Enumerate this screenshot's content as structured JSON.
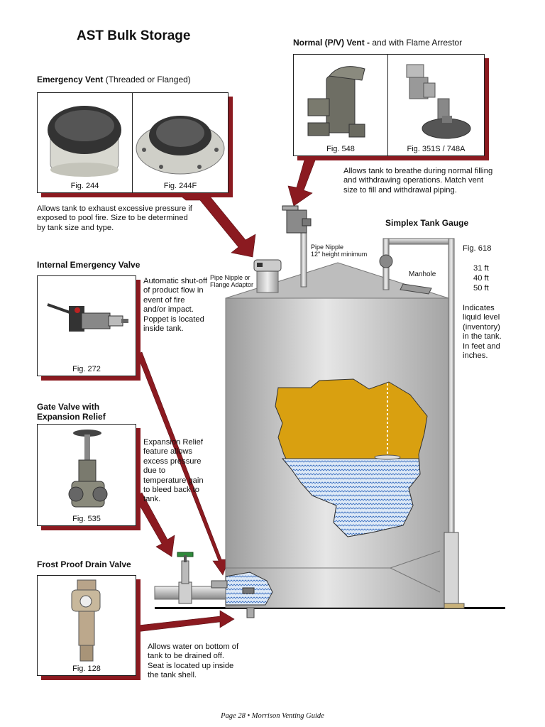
{
  "page_title": "AST Bulk Storage",
  "emergency_vent": {
    "header_bold": "Emergency Vent",
    "header_light": "(Threaded or Flanged)",
    "fig_a": "Fig. 244",
    "fig_b": "Fig. 244F",
    "description": "Allows tank to exhaust excessive pressure if exposed to pool fire.  Size to be determined by tank size and type."
  },
  "normal_vent": {
    "header_bold": "Normal (P/V) Vent -",
    "header_light": "and with Flame Arrestor",
    "fig_a": "Fig. 548",
    "fig_b": "Fig. 351S / 748A",
    "description": "Allows tank to breathe during normal filling and withdrawing operations.  Match vent size to fill and withdrawal piping."
  },
  "simplex_gauge": {
    "header": "Simplex Tank Gauge",
    "fig": "Fig. 618",
    "sizes": [
      "31 ft",
      "40 ft",
      "50 ft"
    ],
    "description": "Indicates liquid level (inventory) in the tank. In feet and inches."
  },
  "internal_valve": {
    "header": "Internal Emergency Valve",
    "fig": "Fig. 272",
    "description": "Automatic shut-off of product flow in event of fire and/or impact. Poppet is located inside tank."
  },
  "gate_valve": {
    "header_line1": "Gate Valve with",
    "header_line2": "Expansion Relief",
    "fig": "Fig. 535",
    "description": "Expansion Relief feature allows excess pressure due to temperature gain to bleed back to tank."
  },
  "drain_valve": {
    "header": "Frost Proof Drain Valve",
    "fig": "Fig. 128",
    "description": "Allows water on bottom of tank to be drained off. Seat is located up inside the tank shell."
  },
  "tank_labels": {
    "pipe_nipple_line1": "Pipe Nipple",
    "pipe_nipple_line2": "12\" height minimum",
    "pipe_nipple_flange_line1": "Pipe Nipple or",
    "pipe_nipple_flange_line2": "Flange Adaptor",
    "manhole": "Manhole"
  },
  "footer": "Page 28 • Morrison Venting Guide",
  "colors": {
    "accent": "#8b1a20",
    "liquid": "#d9a010",
    "water": "#8fb8e6",
    "tank": "#c8c8c8"
  }
}
